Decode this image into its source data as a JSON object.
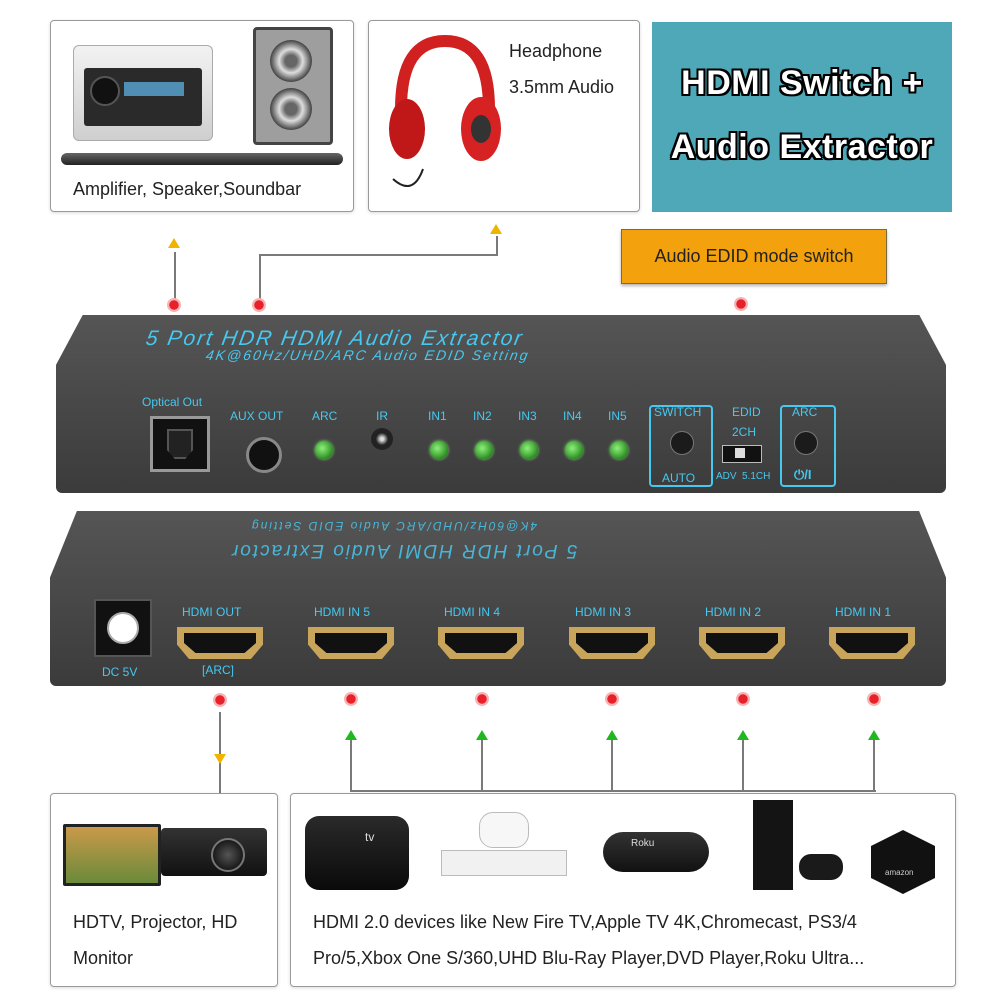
{
  "top_left_box": {
    "caption": "Amplifier, Speaker,Soundbar"
  },
  "headphone_box": {
    "line1": "Headphone",
    "line2": "3.5mm Audio"
  },
  "title_box": {
    "line1": "HDMI Switch +",
    "line2": "Audio Extractor",
    "color": "#4fa8b8"
  },
  "edid_callout": {
    "label": "Audio EDID mode switch",
    "color": "#f3a10c"
  },
  "front_panel": {
    "title": "5 Port HDR HDMI Audio Extractor",
    "subtitle": "4K@60Hz/UHD/ARC Audio EDID Setting",
    "optical": "Optical Out",
    "aux": "AUX OUT",
    "arc": "ARC",
    "ir": "IR",
    "inputs": [
      "IN1",
      "IN2",
      "IN3",
      "IN4",
      "IN5"
    ],
    "switch": "SWITCH",
    "auto": "AUTO",
    "edid": "EDID",
    "edid_2ch": "2CH",
    "edid_adv": "ADV",
    "edid_51": "5.1CH",
    "arc_btn": "ARC",
    "power": "⏻/I"
  },
  "back_panel": {
    "mirror_title": "5 Port HDR HDMI Audio Extractor",
    "mirror_subtitle": "4K@60Hz/UHD/ARC Audio EDID Setting",
    "dc": "DC 5V",
    "hdmi_out": "HDMI OUT",
    "arc_tag": "[ARC]",
    "hdmi_inputs": [
      "HDMI IN 5",
      "HDMI IN 4",
      "HDMI IN 3",
      "HDMI IN 2",
      "HDMI IN 1"
    ]
  },
  "bottom_left_box": {
    "line1": "HDTV, Projector, HD",
    "line2": "Monitor"
  },
  "bottom_right_box": {
    "line1": "HDMI 2.0 devices like New Fire TV,Apple TV 4K,Chromecast, PS3/4",
    "line2": "Pro/5,Xbox One S/360,UHD Blu-Ray Player,DVD Player,Roku Ultra..."
  },
  "device_logos": {
    "apple_tv": "tv",
    "roku": "Roku",
    "amazon": "amazon"
  }
}
